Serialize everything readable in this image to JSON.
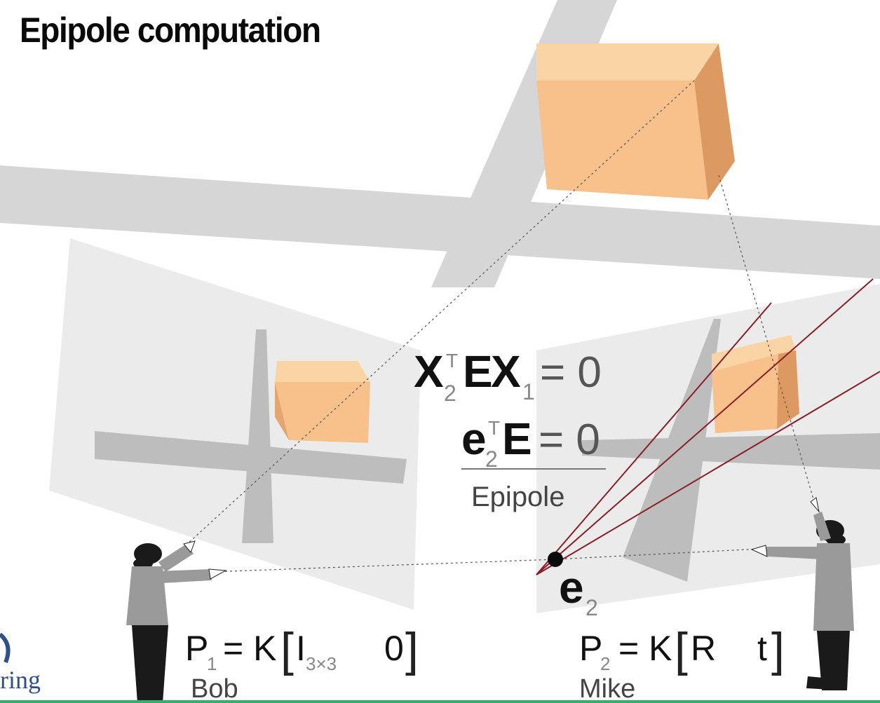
{
  "slide": {
    "title": "Epipole computation",
    "corner_fragment": "ring"
  },
  "equations": {
    "eq1": {
      "X": "X",
      "T": "T",
      "sub2": "2",
      "E": "E",
      "X1": "X",
      "sub1": "1",
      "rhs": "= 0"
    },
    "eq2": {
      "e": "e",
      "T": "T",
      "sub2": "2",
      "E": "E",
      "rhs": "= 0"
    },
    "epipole_label": "Epipole",
    "e2": {
      "e": "e",
      "sub": "2"
    }
  },
  "cameras": {
    "p1": {
      "P": "P",
      "sub": "1",
      "eq": "= K",
      "I": "I",
      "Isub": "3×3",
      "zero": "0"
    },
    "p2": {
      "P": "P",
      "sub": "2",
      "eq": "= K",
      "R": "R",
      "t": "t"
    }
  },
  "people": {
    "left": "Bob",
    "right": "Mike"
  },
  "colors": {
    "bar": "#d4d4d4",
    "plane": "#ececec",
    "box_front": "#f8c08a",
    "box_side": "#dc9a62",
    "box_top": "#fbd4a6",
    "epipolar_line": "#8a1e28",
    "text": "#111111",
    "accent_green": "#2fb26a"
  }
}
